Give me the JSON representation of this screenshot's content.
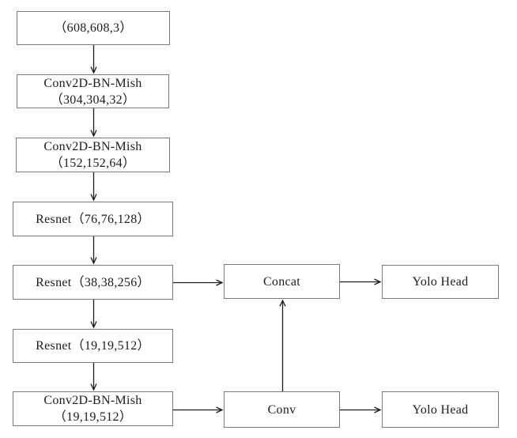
{
  "diagram": {
    "type": "flowchart",
    "description": "YOLO network architecture block diagram",
    "colors": {
      "background": "#ffffff",
      "box_border": "#7a7a7a",
      "box_fill": "#ffffff",
      "text": "#1c1c1c",
      "arrow": "#1c1c1c"
    },
    "nodes": [
      {
        "id": "input",
        "lines": [
          "（608,608,3）"
        ]
      },
      {
        "id": "conv1",
        "lines": [
          "Conv2D-BN-Mish",
          "（304,304,32）"
        ]
      },
      {
        "id": "conv2",
        "lines": [
          "Conv2D-BN-Mish",
          "（152,152,64）"
        ]
      },
      {
        "id": "resnet1",
        "lines": [
          "Resnet（76,76,128）"
        ]
      },
      {
        "id": "resnet2",
        "lines": [
          "Resnet（38,38,256）"
        ]
      },
      {
        "id": "resnet3",
        "lines": [
          "Resnet（19,19,512）"
        ]
      },
      {
        "id": "conv3",
        "lines": [
          "Conv2D-BN-Mish",
          "（19,19,512）"
        ]
      },
      {
        "id": "concat",
        "lines": [
          "Concat"
        ]
      },
      {
        "id": "yolo-head-1",
        "lines": [
          "Yolo Head"
        ]
      },
      {
        "id": "conv",
        "lines": [
          "Conv"
        ]
      },
      {
        "id": "yolo-head-2",
        "lines": [
          "Yolo Head"
        ]
      }
    ],
    "edges": [
      {
        "from": "input",
        "to": "conv1",
        "dir": "down"
      },
      {
        "from": "conv1",
        "to": "conv2",
        "dir": "down"
      },
      {
        "from": "conv2",
        "to": "resnet1",
        "dir": "down"
      },
      {
        "from": "resnet1",
        "to": "resnet2",
        "dir": "down"
      },
      {
        "from": "resnet2",
        "to": "resnet3",
        "dir": "down"
      },
      {
        "from": "resnet3",
        "to": "conv3",
        "dir": "down"
      },
      {
        "from": "resnet2",
        "to": "concat",
        "dir": "right"
      },
      {
        "from": "concat",
        "to": "yolo-head-1",
        "dir": "right"
      },
      {
        "from": "conv3",
        "to": "conv",
        "dir": "right"
      },
      {
        "from": "conv",
        "to": "yolo-head-2",
        "dir": "right"
      },
      {
        "from": "conv",
        "to": "concat",
        "dir": "up"
      }
    ]
  }
}
